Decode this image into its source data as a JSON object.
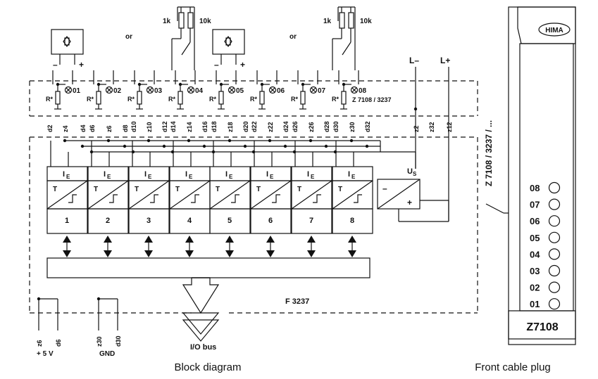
{
  "block_diagram": {
    "caption": "Block diagram",
    "module_label": "F 3237",
    "connector_label": "Z 7108 / 3237",
    "side_label": "Z 7108 / 3237 / ...",
    "or_label": "or",
    "resistor_1k": "1k",
    "resistor_10k": "10k",
    "minus_sign": "–",
    "plus_sign": "+",
    "l_minus": "L–",
    "l_plus": "L+",
    "channel_inputs": [
      "01",
      "02",
      "03",
      "04",
      "05",
      "06",
      "07",
      "08"
    ],
    "r_label": "R*",
    "pins_top": [
      "d2",
      "z4",
      "d4",
      "d6",
      "z6",
      "d8",
      "d10",
      "z10",
      "d12",
      "d14",
      "z14",
      "d16",
      "d18",
      "z18",
      "d20",
      "d22",
      "z22",
      "d24",
      "d26",
      "z26",
      "d28",
      "d30",
      "z30",
      "d32",
      "z2",
      "z32",
      "z12"
    ],
    "channel_numbers": [
      "1",
      "2",
      "3",
      "4",
      "5",
      "6",
      "7",
      "8"
    ],
    "ie_label": "I",
    "ie_sub": "E",
    "t_label": "T",
    "us_label": "U",
    "us_sub": "S",
    "supply_minus": "–",
    "supply_plus": "+",
    "bottom_pins": [
      "z6",
      "d6",
      "z30",
      "d30"
    ],
    "plus5v": "+ 5 V",
    "gnd": "GND",
    "io_bus": "I/O bus"
  },
  "front_plug": {
    "caption": "Front cable plug",
    "brand": "HIMA",
    "model": "Z7108",
    "leds": [
      "08",
      "07",
      "06",
      "05",
      "04",
      "03",
      "02",
      "01"
    ]
  }
}
